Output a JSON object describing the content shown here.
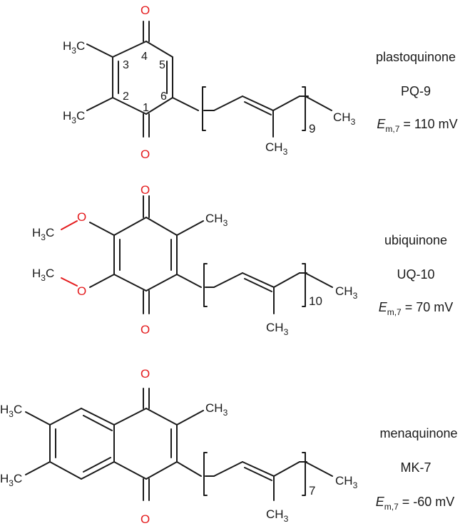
{
  "compounds": [
    {
      "name": "plastoquinone",
      "abbreviation": "PQ-9",
      "potential": {
        "symbol": "E",
        "subscript": "m,7",
        "value": " = 110 mV"
      },
      "repeat_count": "9",
      "ring_numbers": [
        "1",
        "2",
        "3",
        "4",
        "5",
        "6"
      ]
    },
    {
      "name": "ubiquinone",
      "abbreviation": "UQ-10",
      "potential": {
        "symbol": "E",
        "subscript": "m,7",
        "value": " = 70 mV"
      },
      "repeat_count": "10"
    },
    {
      "name": "menaquinone",
      "abbreviation": "MK-7",
      "potential": {
        "symbol": "E",
        "subscript": "m,7",
        "value": " = -60 mV"
      },
      "repeat_count": "7"
    }
  ],
  "atoms": {
    "oxygen": "O",
    "methyl_main": "CH",
    "methyl_sub": "3",
    "methoxy_h": "H",
    "methoxy_c": "C"
  },
  "colors": {
    "bond": "#1a1a1a",
    "oxygen": "#e41a1c"
  }
}
